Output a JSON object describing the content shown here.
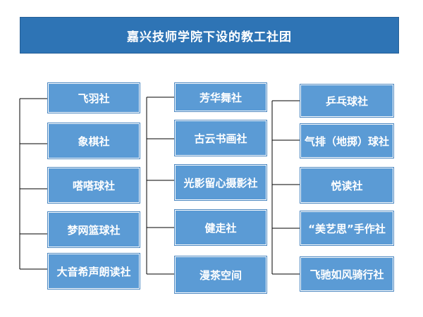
{
  "title": "嘉兴技师学院下设的教工社团",
  "colors": {
    "title_bg": "#2e74b5",
    "box_bg": "#5b9bd5",
    "line": "#000000"
  },
  "columns": [
    {
      "items": [
        "飞羽社",
        "象棋社",
        "嗒嗒球社",
        "梦网篮球社",
        "大音希声朗读社"
      ]
    },
    {
      "items": [
        "芳华舞社",
        "古云书画社",
        "光影留心摄影社",
        "健走社",
        "漫茶空间"
      ]
    },
    {
      "items": [
        "乒乓球社",
        "气排（地掷）球社",
        "悦读社",
        "“美艺思”手作社",
        "飞驰如风骑行社"
      ]
    }
  ]
}
